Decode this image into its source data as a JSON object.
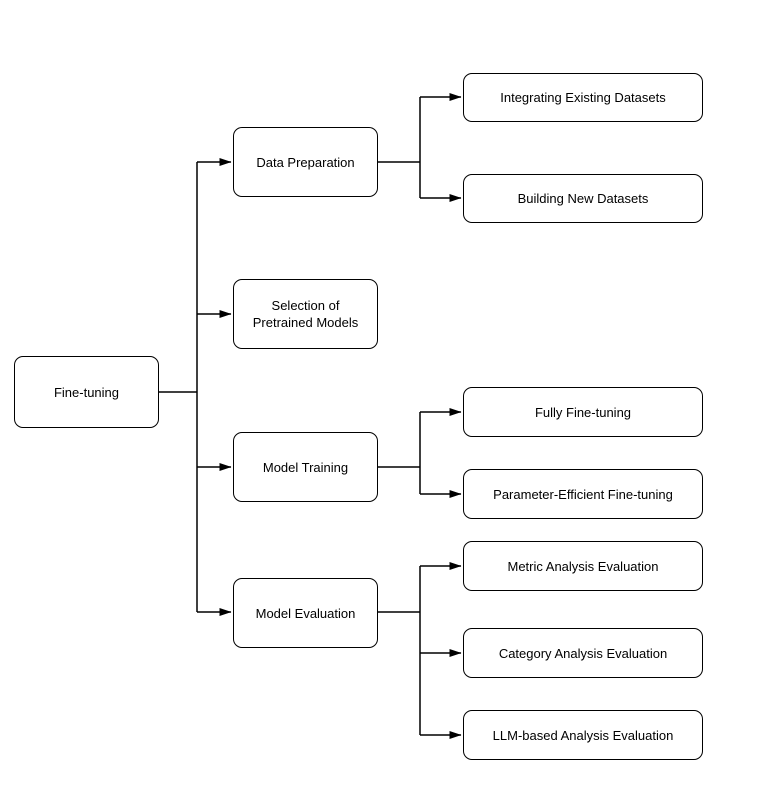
{
  "diagram": {
    "type": "tree-flowchart",
    "orientation": "left-to-right",
    "colors": {
      "background": "#ffffff",
      "node_fill": "#ffffff",
      "node_stroke": "#000000",
      "edge_stroke": "#000000",
      "text": "#000000"
    },
    "root": {
      "label": "Fine-tuning"
    },
    "branches": [
      {
        "label": "Data Preparation",
        "children": [
          {
            "label": "Integrating Existing Datasets"
          },
          {
            "label": "Building New Datasets"
          }
        ]
      },
      {
        "label": "Selection of Pretrained Models",
        "children": []
      },
      {
        "label": "Model Training",
        "children": [
          {
            "label": "Fully Fine-tuning"
          },
          {
            "label": "Parameter-Efficient Fine-tuning"
          }
        ]
      },
      {
        "label": "Model Evaluation",
        "children": [
          {
            "label": "Metric Analysis Evaluation"
          },
          {
            "label": "Category Analysis Evaluation"
          },
          {
            "label": "LLM-based Analysis Evaluation"
          }
        ]
      }
    ]
  }
}
